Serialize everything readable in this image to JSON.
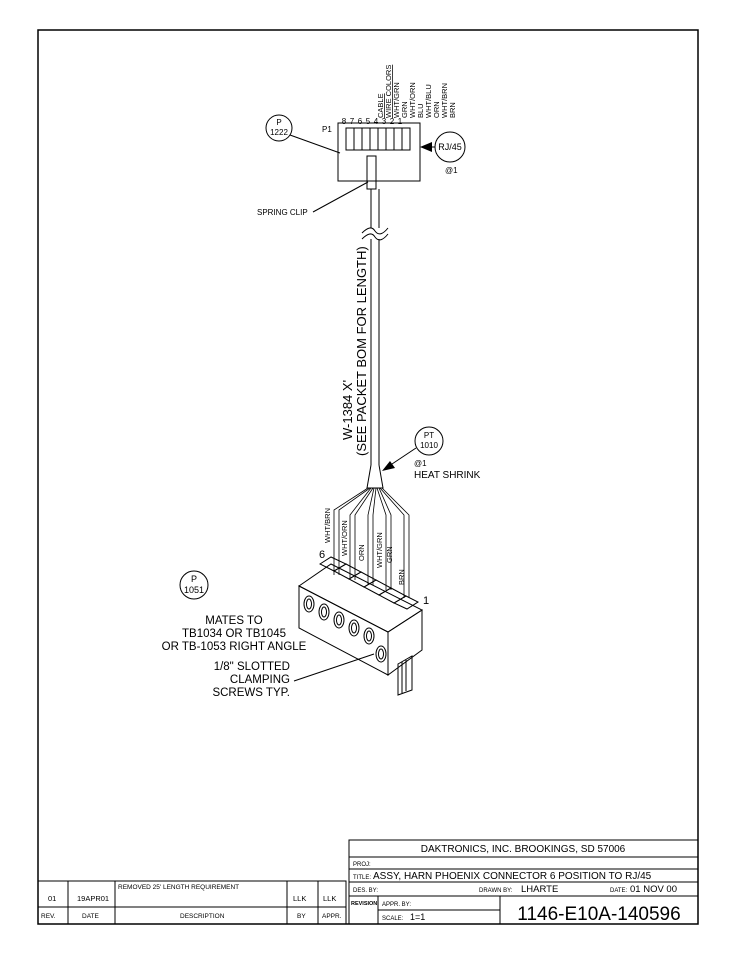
{
  "wire_colors_header": [
    "CABLE",
    "WIRE COLORS"
  ],
  "p1_pins": [
    {
      "color": "WHT/GRN",
      "pin": "1"
    },
    {
      "color": "GRN",
      "pin": "2"
    },
    {
      "color": "WHT/ORN",
      "pin": "3"
    },
    {
      "color": "BLU",
      "pin": "4"
    },
    {
      "color": "WHT/BLU",
      "pin": "5"
    },
    {
      "color": "ORN",
      "pin": "6"
    },
    {
      "color": "WHT/BRN",
      "pin": "7"
    },
    {
      "color": "BRN",
      "pin": "8"
    }
  ],
  "p1_label": "P1",
  "balloons": {
    "p1222": {
      "top": "P",
      "bottom": "1222"
    },
    "pt1010": {
      "top": "PT",
      "bottom": "1010"
    },
    "p1051": {
      "top": "P",
      "bottom": "1051"
    }
  },
  "rj45": {
    "label": "RJ/45",
    "qty": "@1"
  },
  "spring_clip": "SPRING CLIP",
  "cable": {
    "line1": "W-1384    X'",
    "line2": "(SEE PACKET BOM FOR LENGTH)"
  },
  "heat_shrink": {
    "qty": "@1",
    "label": "HEAT SHRINK"
  },
  "terminal_wires": [
    "WHT/BRN",
    "WHT/ORN",
    "ORN",
    "WHT/GRN",
    "GRN",
    "BRN"
  ],
  "terminal_pins": {
    "left": "6",
    "right": "1"
  },
  "mates": [
    "MATES TO",
    "TB1034 OR TB1045",
    "OR TB-1053 RIGHT ANGLE"
  ],
  "screws": [
    "1/8\" SLOTTED",
    "CLAMPING",
    "SCREWS TYP."
  ],
  "revision": {
    "rev": "01",
    "date": "19APR01",
    "description": "REMOVED 25' LENGTH REQUIREMENT",
    "by": "LLK",
    "appr": "LLK",
    "headers": {
      "rev": "REV.",
      "date": "DATE",
      "description": "DESCRIPTION",
      "by": "BY",
      "appr": "APPR."
    }
  },
  "title_block": {
    "company": "DAKTRONICS, INC.   BROOKINGS, SD 57006",
    "proj_label": "PROJ:",
    "title_label": "TITLE:",
    "title": "ASSY, HARN PHOENIX CONNECTOR 6 POSITION TO RJ/45",
    "des_label": "DES. BY:",
    "drawn_label": "DRAWN BY:",
    "drawn_by": "LHARTE",
    "date_label": "DATE:",
    "date": "01 NOV 00",
    "revision_label": "REVISION",
    "appr_label": "APPR. BY:",
    "scale_label": "SCALE:",
    "scale": "1=1",
    "drawing_number": "1146-E10A-140596"
  }
}
